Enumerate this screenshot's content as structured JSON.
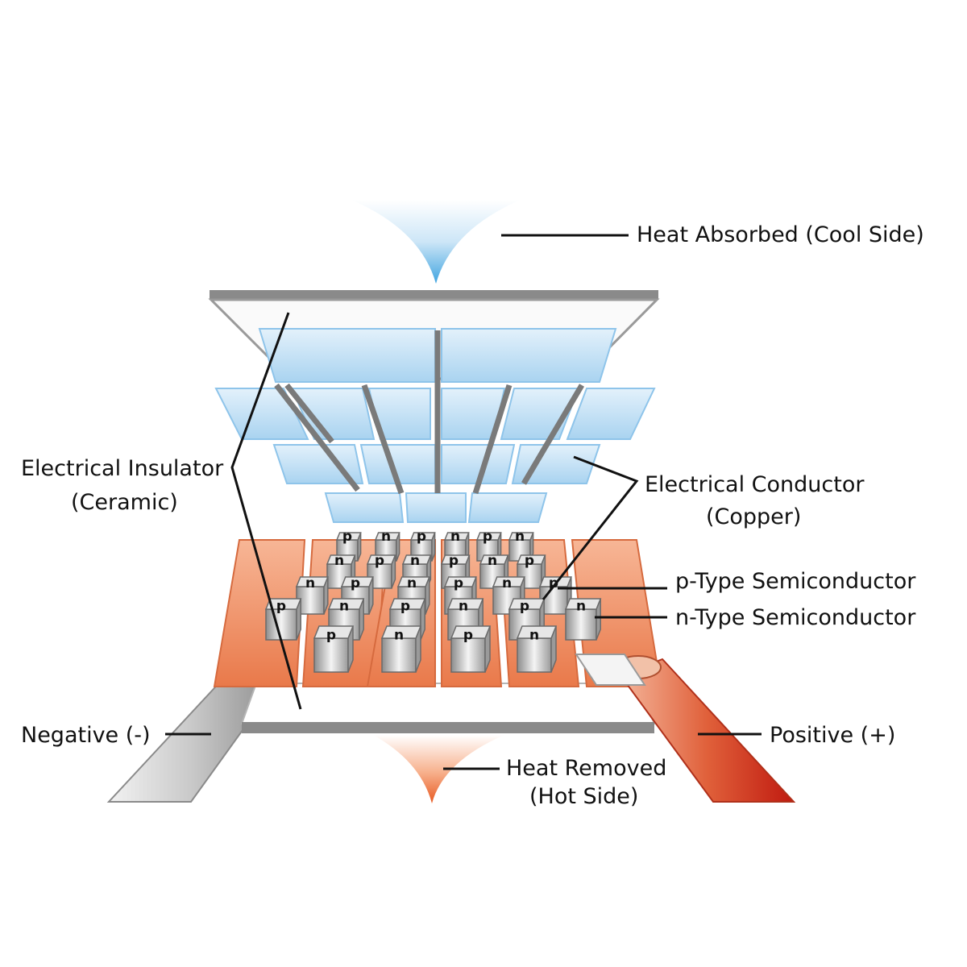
{
  "labels": {
    "heat_absorbed": "Heat Absorbed (Cool Side)",
    "insulator_line1": "Electrical Insulator",
    "insulator_line2": "(Ceramic)",
    "conductor_line1": "Electrical Conductor",
    "conductor_line2": "(Copper)",
    "p_type": "p-Type Semiconductor",
    "n_type": "n-Type Semiconductor",
    "negative": "Negative (-)",
    "positive": "Positive (+)",
    "heat_removed_line1": "Heat Removed",
    "heat_removed_line2": "(Hot Side)"
  },
  "pellet_letters": {
    "p": "p",
    "n": "n"
  },
  "colors": {
    "cool_arrow": "#5ab4e8",
    "hot_arrow": "#e8622a",
    "copper": "#f08a5d",
    "ceramic_plate": "#8a8a8a",
    "cool_plate": "#cfe7f8",
    "negative_wire": "#cfcfcf",
    "positive_wire": "#d9502a"
  }
}
